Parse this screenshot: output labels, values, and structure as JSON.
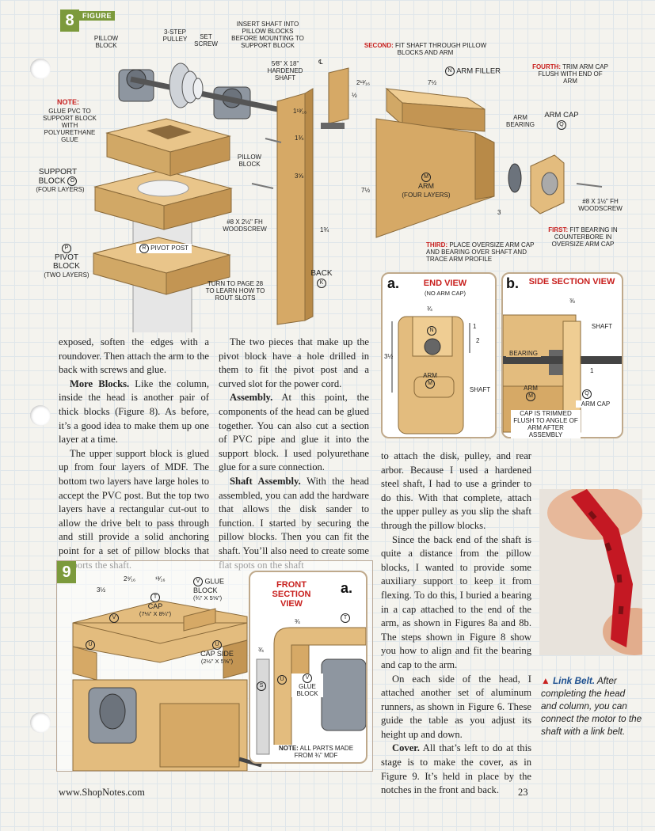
{
  "figure8": {
    "number": "8",
    "word": "FIGURE",
    "labels": {
      "pillow_block": "PILLOW BLOCK",
      "pulley": "3-STEP PULLEY",
      "set_screw": "SET SCREW",
      "insert_shaft": "INSERT SHAFT INTO PILLOW BLOCKS BEFORE MOUNTING TO SUPPORT BLOCK",
      "hardened_shaft": "5⁄8\" x 18\" HARDENED SHAFT",
      "note_title": "NOTE:",
      "note_text": "GLUE PVC TO SUPPORT BLOCK WITH POLYURETHANE GLUE",
      "support_block": "SUPPORT BLOCK",
      "support_letter": "O",
      "support_layers": "(FOUR LAYERS)",
      "pivot_letter": "P",
      "pivot_block": "PIVOT BLOCK",
      "pivot_layers": "(TWO LAYERS)",
      "pivot_post_letter": "R",
      "pivot_post": "PIVOT POST",
      "pillow_block_2": "PILLOW BLOCK",
      "woodscrew_1": "#8 x 2½\" Fh WOODSCREW",
      "turn_to": "TURN TO PAGE 28 TO LEARN HOW TO ROUT SLOTS",
      "back": "BACK",
      "back_letter": "K",
      "second_key": "SECOND:",
      "second_text": "FIT SHAFT THROUGH PILLOW BLOCKS AND ARM",
      "arm_filler_letter": "N",
      "arm_filler": "ARM FILLER",
      "fourth_key": "FOURTH:",
      "fourth_text": "TRIM ARM CAP FLUSH WITH END OF ARM",
      "arm_bearing": "ARM BEARING",
      "arm_cap": "ARM CAP",
      "arm_cap_letter": "Q",
      "arm_letter": "M",
      "arm": "ARM",
      "arm_layers": "(FOUR LAYERS)",
      "woodscrew_2": "#8 x 1½\" Fh WOODSCREW",
      "first_key": "FIRST:",
      "first_text": "FIT BEARING IN COUNTERBORE IN OVERSIZE ARM CAP",
      "third_key": "THIRD:",
      "third_text": "PLACE OVERSIZE ARM CAP AND BEARING OVER SHAFT AND TRACE ARM PROFILE",
      "centerline": "℄"
    },
    "dims": [
      "2¹³⁄₁₆",
      "½",
      "1¹³⁄₁₆",
      "1¾",
      "3⅝",
      "1¾",
      "7½",
      "7½",
      "3"
    ]
  },
  "inset_a": {
    "letter": "a.",
    "title": "END VIEW",
    "sub": "(NO ARM CAP)",
    "n_letter": "N",
    "arm": "ARM",
    "m_letter": "M",
    "shaft": "SHAFT",
    "dims": [
      "¾",
      "1",
      "2",
      "3½"
    ]
  },
  "inset_b": {
    "letter": "b.",
    "title": "SIDE SECTION VIEW",
    "shaft": "SHAFT",
    "bearing": "BEARING",
    "arm": "ARM",
    "m_letter": "M",
    "q_letter": "Q",
    "arm_cap": "ARM CAP",
    "note": "CAP IS TRIMMED FLUSH TO ANGLE OF ARM AFTER ASSEMBLY",
    "dims": [
      "⅜",
      "1"
    ]
  },
  "col1": {
    "p1": "exposed, soften the edges with a roundover. Then attach the arm to the back with screws and glue.",
    "p2_head": "More Blocks.",
    "p2": " Like the column, inside the head is another pair of thick blocks (Figure 8). As before, it’s a good idea to make them up one layer at a time.",
    "p3": "The upper support block is glued up from four layers of MDF. The bottom two layers have large holes to accept the PVC post. But the top two layers have a rectangular cut-out to allow the drive belt to pass through and still provide a solid anchoring point for a set of pillow blocks that supports the shaft."
  },
  "col2": {
    "p1": "The two pieces that make up the pivot block have a hole drilled in them to fit the pivot post and a curved slot for the power cord.",
    "p2_head": "Assembly.",
    "p2": " At this point, the components of the head can be glued together. You can also cut a section of PVC pipe and glue it into the support block. I used polyurethane glue for a sure connection.",
    "p3_head": "Shaft Assembly.",
    "p3": " With the head assembled, you can add the hardware that allows the disk sander to function. I started by securing the pillow blocks. Then you can fit the shaft. You’ll also need to create some flat spots on the shaft"
  },
  "col3": {
    "p1": "to attach the disk, pulley, and rear arbor. Because I used a hardened steel shaft, I had to use a grinder to do this. With that complete, attach the upper pulley as you slip the shaft through the pillow blocks.",
    "p2": "Since the back end of the shaft is quite a distance from the pillow blocks, I wanted to provide some auxiliary support to keep it from flexing. To do this, I buried a bearing in a cap attached to the end of the arm, as shown in Figures 8a and 8b. The steps shown in Figure 8 show you how to align and fit the bearing and cap to the arm.",
    "p3": "On each side of the head, I attached another set of aluminum runners, as shown in Figure 6. These guide the table as you adjust its height up and down.",
    "p4_head": "Cover.",
    "p4": " All that’s left to do at this stage is to make the cover, as in Figure 9. It’s held in place by the notches in the front and back."
  },
  "figure9": {
    "number": "9",
    "labels": {
      "glue_block_letter": "V",
      "glue_block": "GLUE BLOCK",
      "glue_block_size": "(¾\" x 5⅝\")",
      "cap_letter": "T",
      "cap": "CAP",
      "cap_size": "(7⅛\" x 8¼\")",
      "u_letter": "U",
      "cap_side_letter": "U",
      "cap_side": "CAP SIDE",
      "cap_side_size": "(2½\" x 5⅝\")",
      "v_letter": "V"
    },
    "dims": [
      "3½",
      "2⁹⁄₁₆",
      "¹³⁄₁₆"
    ],
    "inset": {
      "letter": "a.",
      "title": "FRONT SECTION VIEW",
      "t_letter": "T",
      "v_letter": "V",
      "u_letter": "U",
      "s_letter": "S",
      "glue_block": "GLUE BLOCK",
      "dims": [
        "¾",
        "¾"
      ],
      "note_head": "NOTE:",
      "note": "ALL PARTS MADE FROM ¾\" MDF"
    }
  },
  "photo_caption": {
    "title": "Link Belt.",
    "text": " After completing the head and column, you can connect the motor to the shaft with a link belt."
  },
  "footer": {
    "url": "www.ShopNotes.com",
    "page": "23"
  },
  "colors": {
    "accent_green": "#7c9a3c",
    "label_red": "#c8201e",
    "wood": "#d9b47a",
    "wood_dark": "#b98d4e"
  }
}
